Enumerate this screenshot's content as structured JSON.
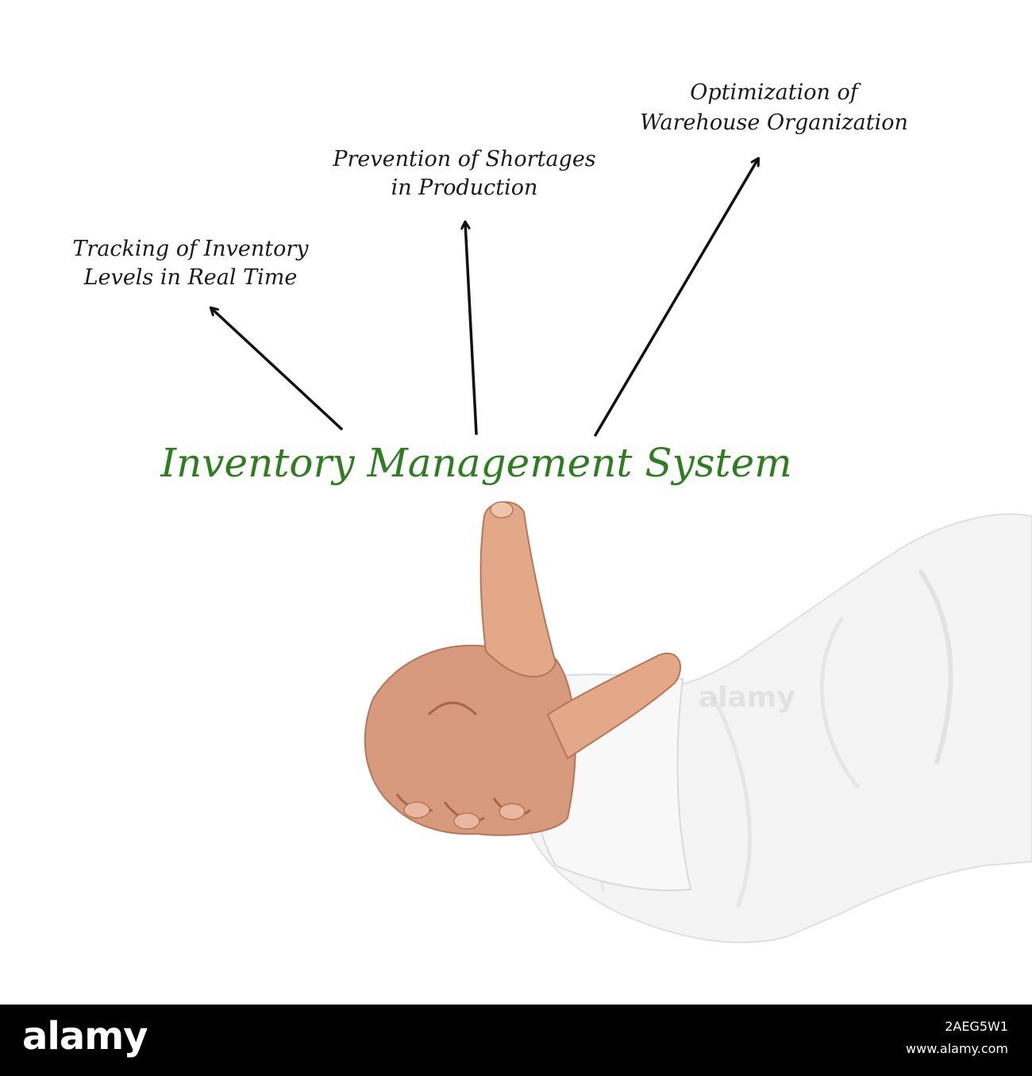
{
  "diagram": {
    "title": "Inventory Management System",
    "title_color": "#2e7d1f",
    "branches": [
      {
        "lines": [
          "Tracking of Inventory",
          "Levels in Real Time"
        ]
      },
      {
        "lines": [
          "Prevention of Shortages",
          "in Production"
        ]
      },
      {
        "lines": [
          "Optimization of",
          "Warehouse Organization"
        ]
      }
    ]
  },
  "watermark": {
    "text": "alamy"
  },
  "footer": {
    "brand": "alamy",
    "image_id": "2AEG5W1",
    "url": "www.alamy.com"
  }
}
